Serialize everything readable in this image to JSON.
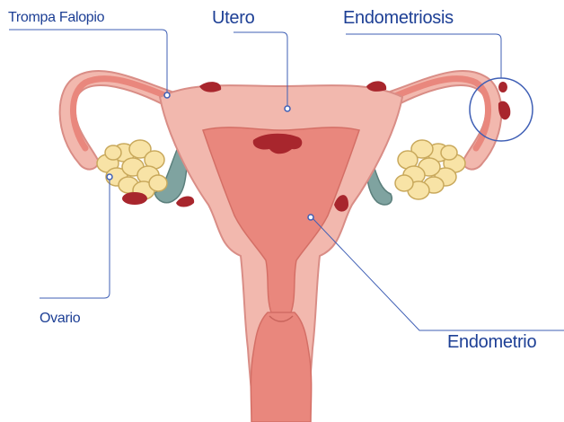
{
  "labels": {
    "trompa_falopio": "Trompa Falopio",
    "utero": "Utero",
    "endometriosis": "Endometriosis",
    "ovario": "Ovario",
    "endometrio": "Endometrio"
  },
  "colors": {
    "label_text": "#1d3f95",
    "leader_line": "#3f5fb5",
    "outer_tissue": "#f2b8ae",
    "outer_outline": "#d98d86",
    "tube_inner": "#e9877d",
    "endometrium": "#e9877d",
    "lesion": "#a8262d",
    "ligament": "#7fa3a0",
    "follicle": "#f8e3a6",
    "follicle_outline": "#c9a95c"
  }
}
